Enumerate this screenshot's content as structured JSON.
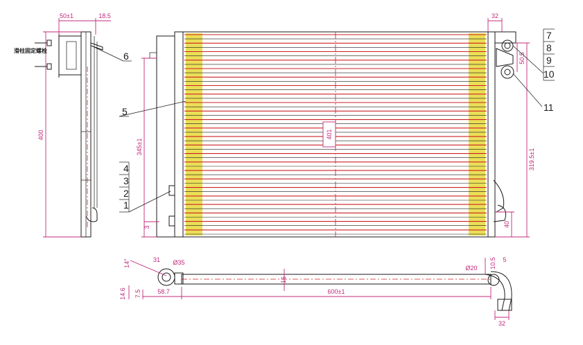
{
  "side_view": {
    "dim_top_width": "50±1",
    "dim_top_offset": "18.5",
    "dim_height": "400",
    "note_label": "滑柱固定螺栓"
  },
  "front_view": {
    "dim_core_height": "401",
    "dim_left_height": "345±1",
    "dim_left_bottom": "3",
    "dim_right_top_width": "32",
    "dim_right_small": "50.5",
    "dim_right_height": "319.5±1",
    "dim_right_bottom": "40"
  },
  "bottom_view": {
    "dim_angle": "14°",
    "dim_left_a": "31",
    "dim_dia_35": "Ø35",
    "dim_tube": "16",
    "dim_left_b": "14.6",
    "dim_left_c": "7.5",
    "dim_left_d": "58.7",
    "dim_length": "600±1",
    "dim_dia_20": "Ø20",
    "dim_right_a": "10.5",
    "dim_right_b": "5",
    "dim_bottom_right": "32"
  },
  "callouts": {
    "c1": "1",
    "c2": "2",
    "c3": "3",
    "c4": "4",
    "c5": "5",
    "c6": "6",
    "c7": "7",
    "c8": "8",
    "c9": "9",
    "c10": "10",
    "c11": "11"
  },
  "colors": {
    "outline": "#1a1a1a",
    "dimension": "#c0287a",
    "tube": "#cc2222",
    "fin": "#e8d83a"
  }
}
